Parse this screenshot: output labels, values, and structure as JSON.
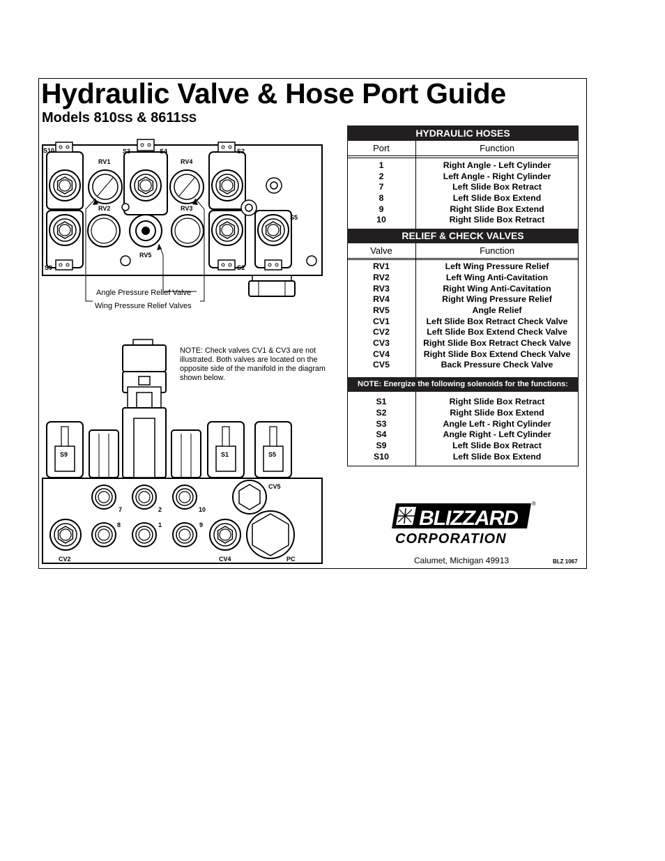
{
  "title": "Hydraulic Valve & Hose Port Guide",
  "subtitle": {
    "prefix": "Models 810",
    "ss1": "SS",
    "mid": " & 8611",
    "ss2": "SS"
  },
  "hoses": {
    "heading": "HYDRAULIC HOSES",
    "col_port": "Port",
    "col_function": "Function",
    "rows": [
      {
        "port": "1",
        "function": "Right Angle - Left Cylinder"
      },
      {
        "port": "2",
        "function": "Left Angle - Right Cylinder"
      },
      {
        "port": "7",
        "function": "Left Slide Box Retract"
      },
      {
        "port": "8",
        "function": "Left Slide Box Extend"
      },
      {
        "port": "9",
        "function": "Right Slide Box Extend"
      },
      {
        "port": "10",
        "function": "Right Slide Box Retract"
      }
    ]
  },
  "valves": {
    "heading": "RELIEF & CHECK VALVES",
    "col_valve": "Valve",
    "col_function": "Function",
    "rows": [
      {
        "valve": "RV1",
        "function": "Left Wing Pressure Relief"
      },
      {
        "valve": "RV2",
        "function": "Left Wing Anti-Cavitation"
      },
      {
        "valve": "RV3",
        "function": "Right Wing Anti-Cavitation"
      },
      {
        "valve": "RV4",
        "function": "Right Wing Pressure Relief"
      },
      {
        "valve": "RV5",
        "function": "Angle Relief"
      },
      {
        "valve": "CV1",
        "function": "Left Slide Box Retract Check Valve"
      },
      {
        "valve": "CV2",
        "function": "Left Slide Box Extend Check Valve"
      },
      {
        "valve": "CV3",
        "function": "Right Slide Box Retract Check Valve"
      },
      {
        "valve": "CV4",
        "function": "Right Slide Box Extend Check Valve"
      },
      {
        "valve": "CV5",
        "function": "Back Pressure Check Valve"
      }
    ]
  },
  "solenoids": {
    "heading": "NOTE: Energize the following solenoids for the functions:",
    "rows": [
      {
        "solenoid": "S1",
        "function": "Right Slide Box Retract"
      },
      {
        "solenoid": "S2",
        "function": "Right Slide Box Extend"
      },
      {
        "solenoid": "S3",
        "function": "Angle Left - Right Cylinder"
      },
      {
        "solenoid": "S4",
        "function": "Angle Right - Left Cylinder"
      },
      {
        "solenoid": "S9",
        "function": "Left Slide Box Retract"
      },
      {
        "solenoid": "S10",
        "function": "Left Slide Box Extend"
      }
    ]
  },
  "diagram_labels": {
    "s10": "S10",
    "s3": "S3",
    "s4": "S4",
    "s2": "S2",
    "s5": "S5",
    "s9": "S9",
    "s1": "S1",
    "rv1": "RV1",
    "rv2": "RV2",
    "rv3": "RV3",
    "rv4": "RV4",
    "rv5": "RV5",
    "p7": "7",
    "p2": "2",
    "p10": "10",
    "p8": "8",
    "p1": "1",
    "p9": "9",
    "cv2": "CV2",
    "cv4": "CV4",
    "cv5": "CV5",
    "pc": "PC",
    "angle_relief": "Angle Pressure Relief Valve",
    "wing_relief": "Wing Pressure Relief Valves"
  },
  "note_check": "NOTE: Check valves CV1 & CV3 are not illustrated. Both valves are located on the opposite side of the manifold in the diagram shown below.",
  "logo": {
    "brand": "BLIZZARD",
    "registered": "®",
    "corporation": "CORPORATION"
  },
  "address": "Calumet, Michigan 49913",
  "doc_number": "BLZ 1067"
}
